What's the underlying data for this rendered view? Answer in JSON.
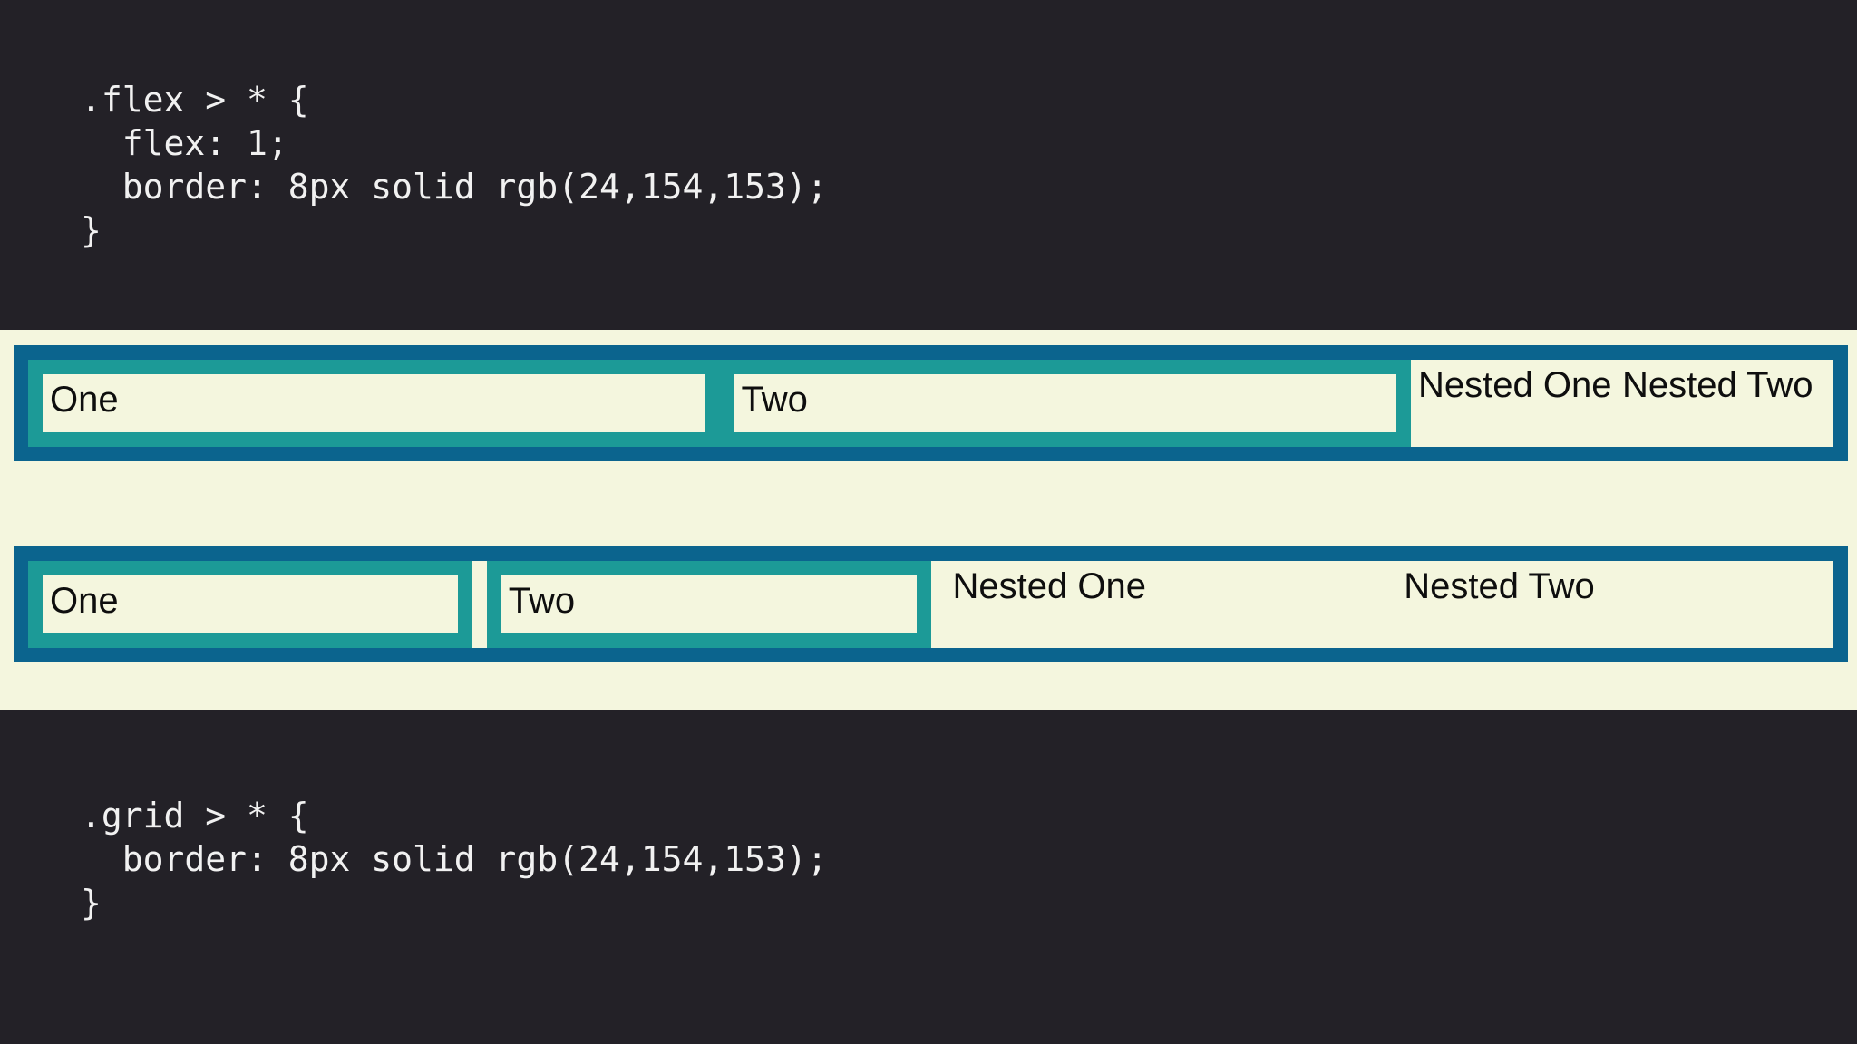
{
  "flex_code": {
    "lines": [
      ".flex > * {",
      "  flex: 1;",
      "  border: 8px solid rgb(24,154,153);",
      "}"
    ]
  },
  "grid_code": {
    "lines": [
      ".grid > * {",
      "  border: 8px solid rgb(24,154,153);",
      "}"
    ]
  },
  "flex_demo": {
    "item1": "One",
    "item2": "Two",
    "nested_item1": "Nested One",
    "nested_item2": "Nested Two"
  },
  "grid_demo": {
    "item1": "One",
    "item2": "Two",
    "nested_item1": "Nested One",
    "nested_item2": "Nested Two"
  },
  "colors": {
    "page_dark": "#232127",
    "panel_cream": "#F4F6DE",
    "container_border_blue": "#0B648E",
    "item_border_teal": "#1C9A97",
    "code_text": "#F1F1F1",
    "label_text": "#0E0E0E"
  }
}
